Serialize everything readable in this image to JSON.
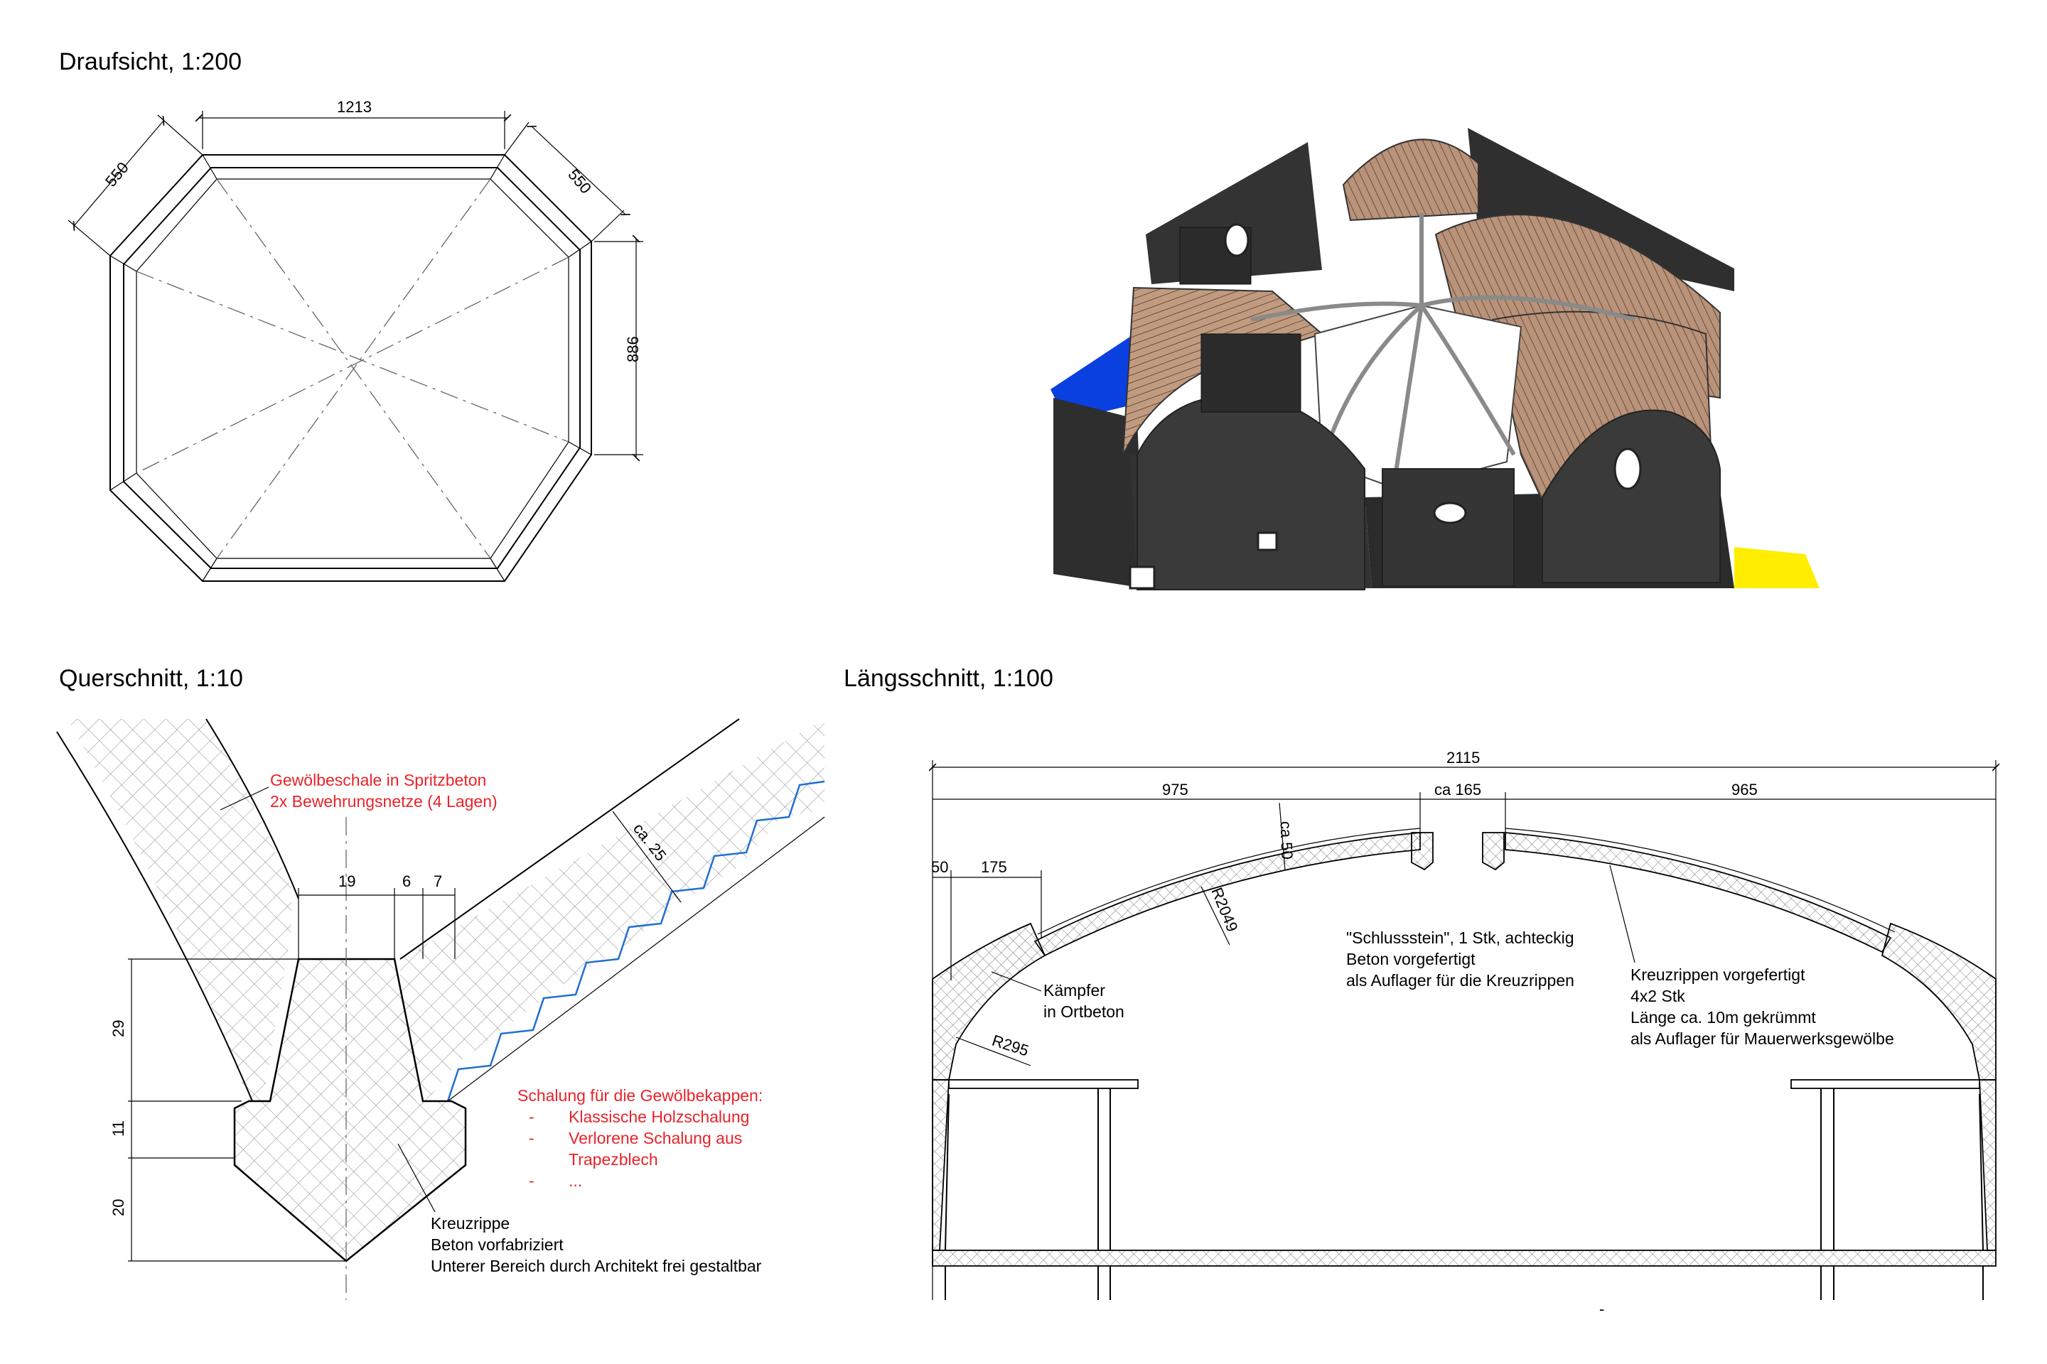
{
  "plan": {
    "title": "Draufsicht, 1:200",
    "dim_top": "1213",
    "dim_diag_left": "550",
    "dim_diag_right": "550",
    "dim_right": "886"
  },
  "cross_section": {
    "title": "Querschnitt, 1:10",
    "shell_note_1": "Gewölbeschale in Spritzbeton",
    "shell_note_2": "2x Bewehrungsnetze (4 Lagen)",
    "dim_19": "19",
    "dim_6": "6",
    "dim_7": "7",
    "dim_ca25": "ca. 25",
    "dim_29": "29",
    "dim_11": "11",
    "dim_20": "20",
    "formwork_title": "Schalung für die Gewölbekappen:",
    "formwork_items": [
      {
        "bullet": "-",
        "text": "Klassische Holzschalung"
      },
      {
        "bullet": "-",
        "text": "Verlorene Schalung aus"
      },
      {
        "bullet": "",
        "text": "Trapezblech"
      },
      {
        "bullet": "-",
        "text": "..."
      }
    ],
    "rib_note_1": "Kreuzrippe",
    "rib_note_2": "Beton vorfabriziert",
    "rib_note_3": "Unterer Bereich durch Architekt frei gestaltbar"
  },
  "long_section": {
    "title": "Längsschnitt, 1:100",
    "dim_total": "2115",
    "dim_left": "975",
    "dim_mid": "ca 165",
    "dim_right": "965",
    "dim_ca50": "ca 50",
    "dim_50": "50",
    "dim_175": "175",
    "radius_large": "R2049",
    "radius_small": "R295",
    "keystone_1": "\"Schlussstein\", 1 Stk, achteckig",
    "keystone_2": "Beton vorgefertigt",
    "keystone_3": "als Auflager für die Kreuzrippen",
    "impost_1": "Kämpfer",
    "impost_2": "in Ortbeton",
    "ribs_1": "Kreuzrippen vorgefertigt",
    "ribs_2": "4x2 Stk",
    "ribs_3": "Länge ca. 10m gekrümmt",
    "ribs_4": "als Auflager für Mauerwerksgewölbe",
    "footer_mark": "-"
  },
  "colors": {
    "annotation_red": "#e8232a",
    "formwork_blue": "#1f6fd1",
    "model_blue": "#0a3fe0",
    "model_yellow": "#ffee00",
    "wood": "#b08a70",
    "wall_dark": "#2e2e2e"
  }
}
